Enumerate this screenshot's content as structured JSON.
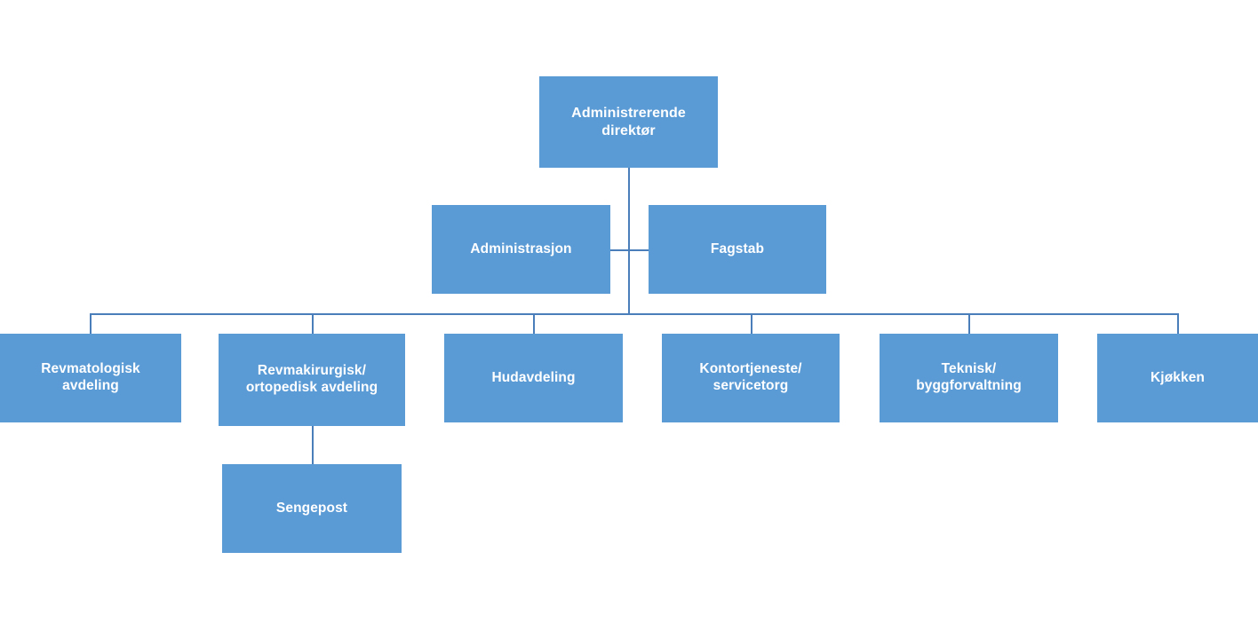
{
  "chart_data": {
    "type": "diagram",
    "subtype": "organizational-chart",
    "title": "",
    "orientation": "top-down",
    "node_fill_color": "#5B9BD5",
    "node_text_color": "#FFFFFF",
    "connector_color": "#4A7EBB",
    "background_color": "#FFFFFF",
    "levels": 4,
    "nodes": [
      {
        "id": "administrerende-direktor",
        "label": "Administrerende\ndirektør",
        "level": 1,
        "parent": null
      },
      {
        "id": "administrasjon",
        "label": "Administrasjon",
        "level": 2,
        "parent": "administrerende-direktor"
      },
      {
        "id": "fagstab",
        "label": "Fagstab",
        "level": 2,
        "parent": "administrerende-direktor"
      },
      {
        "id": "revmatologisk-avdeling",
        "label": "Revmatologisk\navdeling",
        "level": 3,
        "parent": "administrerende-direktor"
      },
      {
        "id": "revmakirurgisk-ortopedisk-avdeling",
        "label": "Revmakirurgisk/\nortopedisk avdeling",
        "level": 3,
        "parent": "administrerende-direktor"
      },
      {
        "id": "hudavdeling",
        "label": "Hudavdeling",
        "level": 3,
        "parent": "administrerende-direktor"
      },
      {
        "id": "kontortjeneste-servicetorg",
        "label": "Kontortjeneste/\nservicetorg",
        "level": 3,
        "parent": "administrerende-direktor"
      },
      {
        "id": "teknisk-byggforvaltning",
        "label": "Teknisk/\nbyggforvaltning",
        "level": 3,
        "parent": "administrerende-direktor"
      },
      {
        "id": "kjokken",
        "label": "Kjøkken",
        "level": 3,
        "parent": "administrerende-direktor"
      },
      {
        "id": "sengepost",
        "label": "Sengepost",
        "level": 4,
        "parent": "revmakirurgisk-ortopedisk-avdeling"
      }
    ]
  },
  "nodes": {
    "administrerende_direktor": "Administrerende\ndirektør",
    "administrasjon": "Administrasjon",
    "fagstab": "Fagstab",
    "revmatologisk_avdeling": "Revmatologisk\navdeling",
    "revmakirurgisk_ortopedisk_avdeling": "Revmakirurgisk/\nortopedisk avdeling",
    "hudavdeling": "Hudavdeling",
    "kontortjeneste_servicetorg": "Kontortjeneste/\nservicetorg",
    "teknisk_byggforvaltning": "Teknisk/\nbyggforvaltning",
    "kjokken": "Kjøkken",
    "sengepost": "Sengepost"
  }
}
